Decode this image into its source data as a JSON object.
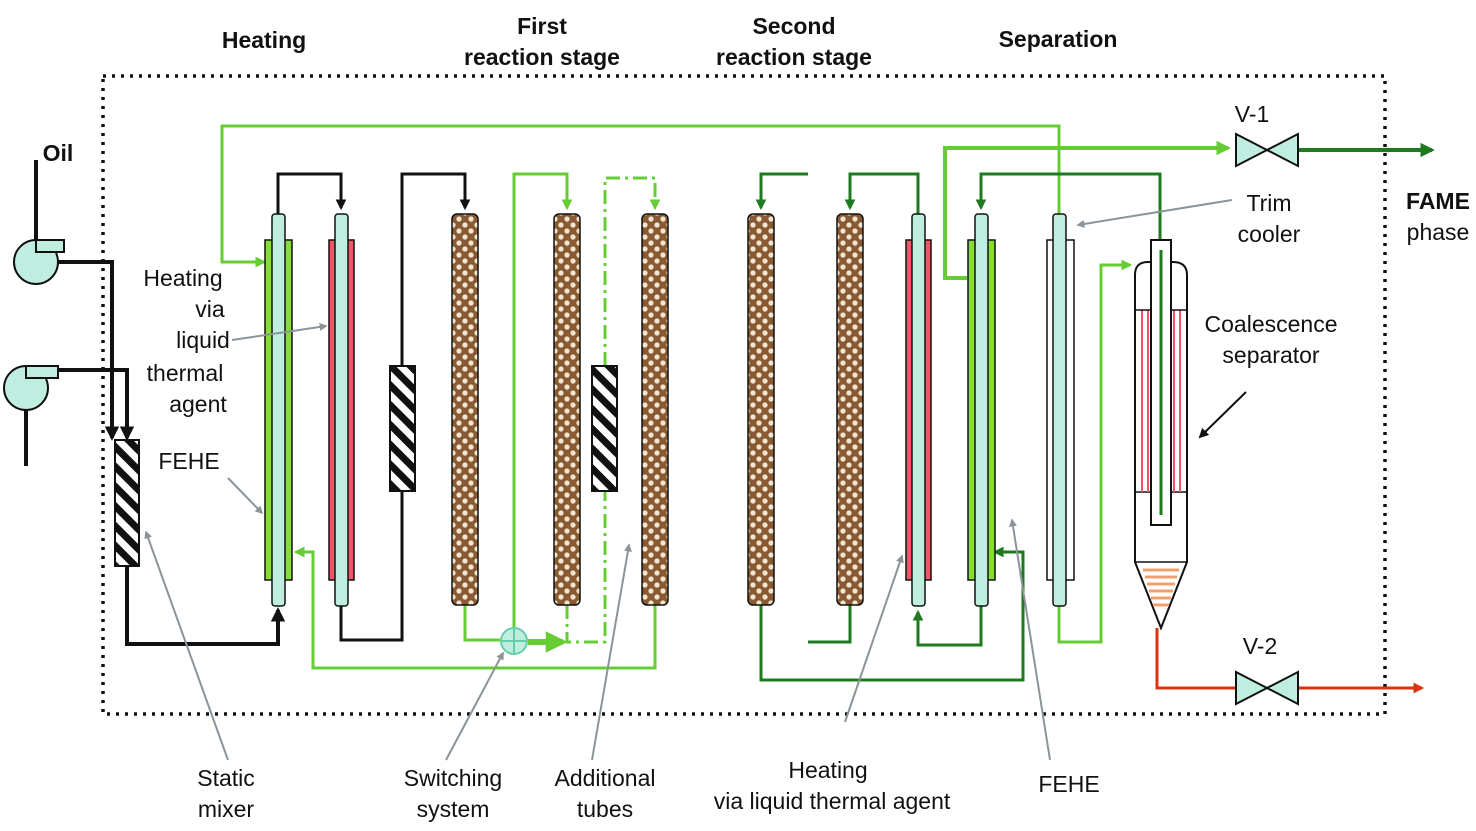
{
  "stages": {
    "heating": "Heating",
    "first_stage_line1": "First",
    "first_stage_line2": "reaction stage",
    "second_stage_line1": "Second",
    "second_stage_line2": "reaction stage",
    "separation": "Separation"
  },
  "inputs": {
    "oil": "Oil"
  },
  "outputs": {
    "fame_line1": "FAME",
    "fame_line2": "phase"
  },
  "valves": {
    "v1": "V-1",
    "v2": "V-2"
  },
  "annotations": {
    "heating_agent_lines": [
      "Heating",
      "via",
      "liquid",
      "thermal",
      "agent"
    ],
    "fehe_left": "FEHE",
    "fehe_right": "FEHE",
    "trim_cooler_line1": "Trim",
    "trim_cooler_line2": "cooler",
    "coalescence_line1": "Coalescence",
    "coalescence_line2": "separator",
    "static_mixer_line1": "Static",
    "static_mixer_line2": "mixer",
    "switching_line1": "Switching",
    "switching_line2": "system",
    "additional_line1": "Additional",
    "additional_line2": "tubes",
    "heating_bottom_line1": "Heating",
    "heating_bottom_line2": "via liquid thermal agent"
  },
  "colors": {
    "light_green": "#66cc33",
    "dark_green": "#1f7a1f",
    "red_line": "#dd3311",
    "tube_fill": "#bfeee0",
    "heating_jacket": "#ee5566",
    "fehe_jacket": "#88dd33",
    "pump_fill": "#bfeee0",
    "packed_brown": "#8a5a32"
  }
}
